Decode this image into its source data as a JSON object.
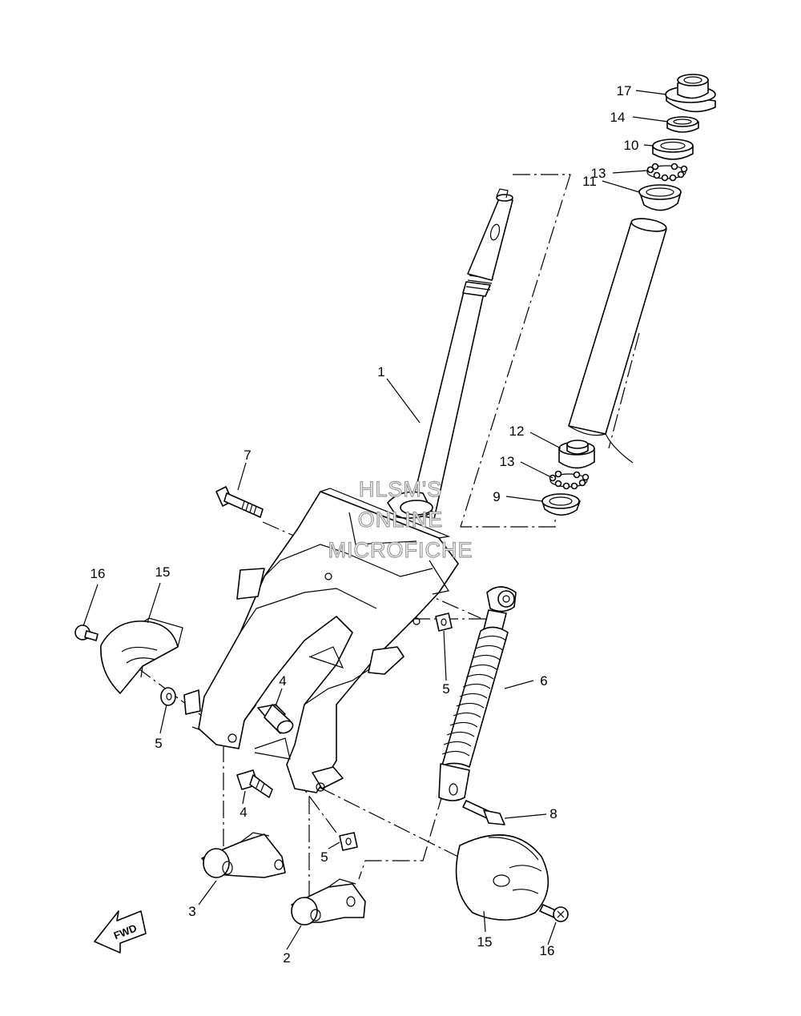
{
  "diagram": {
    "watermark": [
      "HLSM'S",
      "ONLINE",
      "MICROFICHE"
    ],
    "direction_badge": "FWD",
    "callouts": [
      {
        "id": "c1",
        "text": "1"
      },
      {
        "id": "c2",
        "text": "2"
      },
      {
        "id": "c3",
        "text": "3"
      },
      {
        "id": "c4a",
        "text": "4"
      },
      {
        "id": "c4b",
        "text": "4"
      },
      {
        "id": "c5a",
        "text": "5"
      },
      {
        "id": "c5b",
        "text": "5"
      },
      {
        "id": "c5c",
        "text": "5"
      },
      {
        "id": "c6",
        "text": "6"
      },
      {
        "id": "c7",
        "text": "7"
      },
      {
        "id": "c8",
        "text": "8"
      },
      {
        "id": "c9",
        "text": "9"
      },
      {
        "id": "c10",
        "text": "10"
      },
      {
        "id": "c11",
        "text": "11"
      },
      {
        "id": "c12",
        "text": "12"
      },
      {
        "id": "c13a",
        "text": "13"
      },
      {
        "id": "c13b",
        "text": "13"
      },
      {
        "id": "c14",
        "text": "14"
      },
      {
        "id": "c15a",
        "text": "15"
      },
      {
        "id": "c15b",
        "text": "15"
      },
      {
        "id": "c16a",
        "text": "16"
      },
      {
        "id": "c16b",
        "text": "16"
      },
      {
        "id": "c17",
        "text": "17"
      }
    ]
  }
}
